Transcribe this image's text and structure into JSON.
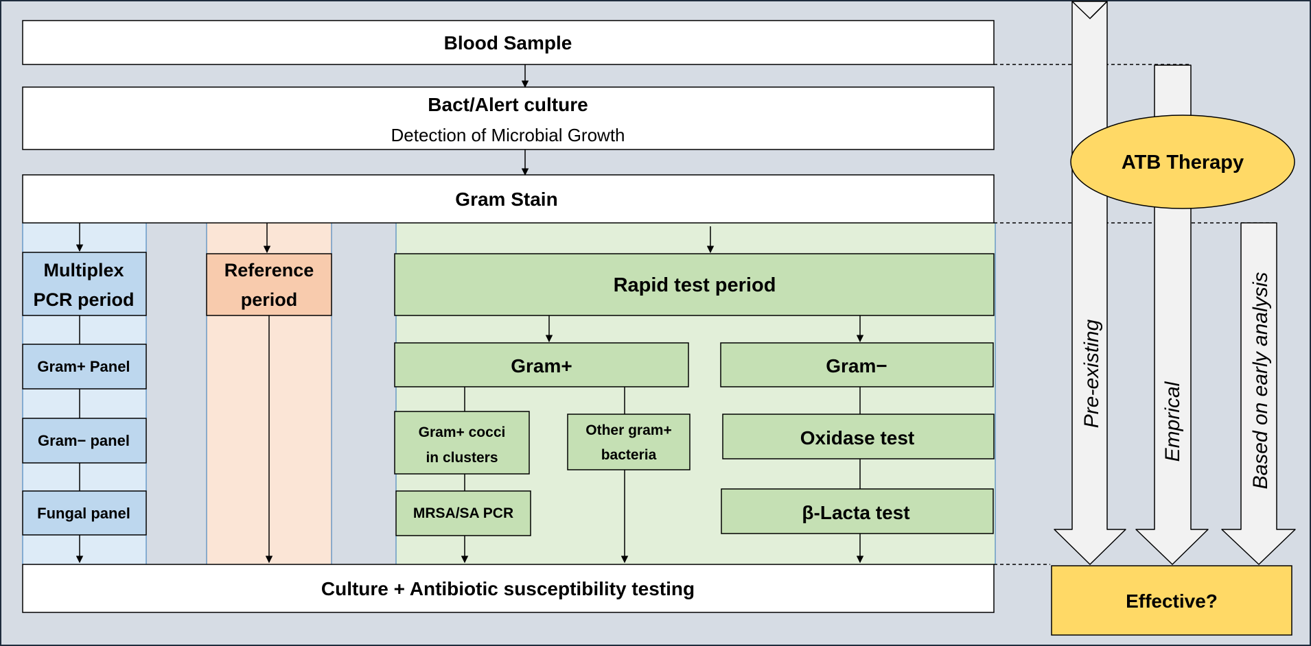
{
  "boxes": {
    "blood_sample": "Blood Sample",
    "bact_alert_title": "Bact/Alert culture",
    "bact_alert_sub": "Detection of Microbial Growth",
    "gram_stain": "Gram Stain",
    "multiplex_line1": "Multiplex",
    "multiplex_line2": "PCR period",
    "gram_pos_panel": "Gram+ Panel",
    "gram_neg_panel": "Gram− panel",
    "fungal_panel": "Fungal panel",
    "reference_line1": "Reference",
    "reference_line2": "period",
    "rapid_test": "Rapid test period",
    "gram_pos": "Gram+",
    "gram_neg": "Gram−",
    "cocci_line1": "Gram+ cocci",
    "cocci_line2": "in clusters",
    "other_line1": "Other gram+",
    "other_line2": "bacteria",
    "mrsa": "MRSA/SA PCR",
    "oxidase": "Oxidase test",
    "beta_lacta": "β-Lacta test",
    "culture_ast": "Culture + Antibiotic  susceptibility  testing"
  },
  "therapy": {
    "atb": "ATB Therapy",
    "pre_existing": "Pre-existing",
    "empirical": "Emprical",
    "early_analysis": "Based on early analysis",
    "effective": "Effective?"
  },
  "colors": {
    "background": "#d6dce4",
    "blue_column": "#ddebf7",
    "blue_box": "#bdd7ee",
    "peach_column": "#fbe5d6",
    "peach_box": "#f8cbad",
    "green_column": "#e2efd9",
    "green_box": "#c5e0b4",
    "yellow": "#ffd966",
    "arrow_fill": "#f2f2f2"
  }
}
